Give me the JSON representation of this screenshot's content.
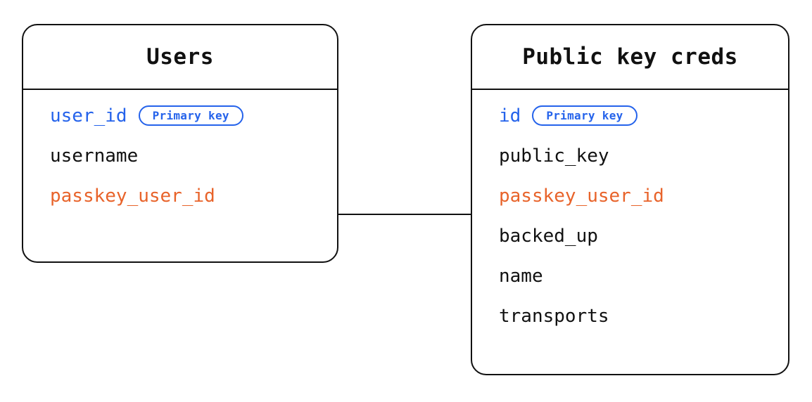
{
  "diagram": {
    "type": "entity-relationship",
    "background_color": "#ffffff",
    "colors": {
      "border": "#111111",
      "text": "#111111",
      "primary_key": "#2563eb",
      "foreign_key": "#e8632a"
    },
    "entities": [
      {
        "id": "users",
        "title": "Users",
        "fields": [
          {
            "name": "user_id",
            "role": "primary-key",
            "badge": "Primary key"
          },
          {
            "name": "username",
            "role": "plain",
            "badge": null
          },
          {
            "name": "passkey_user_id",
            "role": "foreign-key",
            "badge": null
          }
        ]
      },
      {
        "id": "public_key_creds",
        "title": "Public key creds",
        "fields": [
          {
            "name": "id",
            "role": "primary-key",
            "badge": "Primary key"
          },
          {
            "name": "public_key",
            "role": "plain",
            "badge": null
          },
          {
            "name": "passkey_user_id",
            "role": "foreign-key",
            "badge": null
          },
          {
            "name": "backed_up",
            "role": "plain",
            "badge": null
          },
          {
            "name": "name",
            "role": "plain",
            "badge": null
          },
          {
            "name": "transports",
            "role": "plain",
            "badge": null
          }
        ]
      }
    ],
    "relationships": [
      {
        "from_entity": "users",
        "from_field": "passkey_user_id",
        "to_entity": "public_key_creds",
        "to_field": "passkey_user_id",
        "style": "solid-line"
      }
    ]
  }
}
